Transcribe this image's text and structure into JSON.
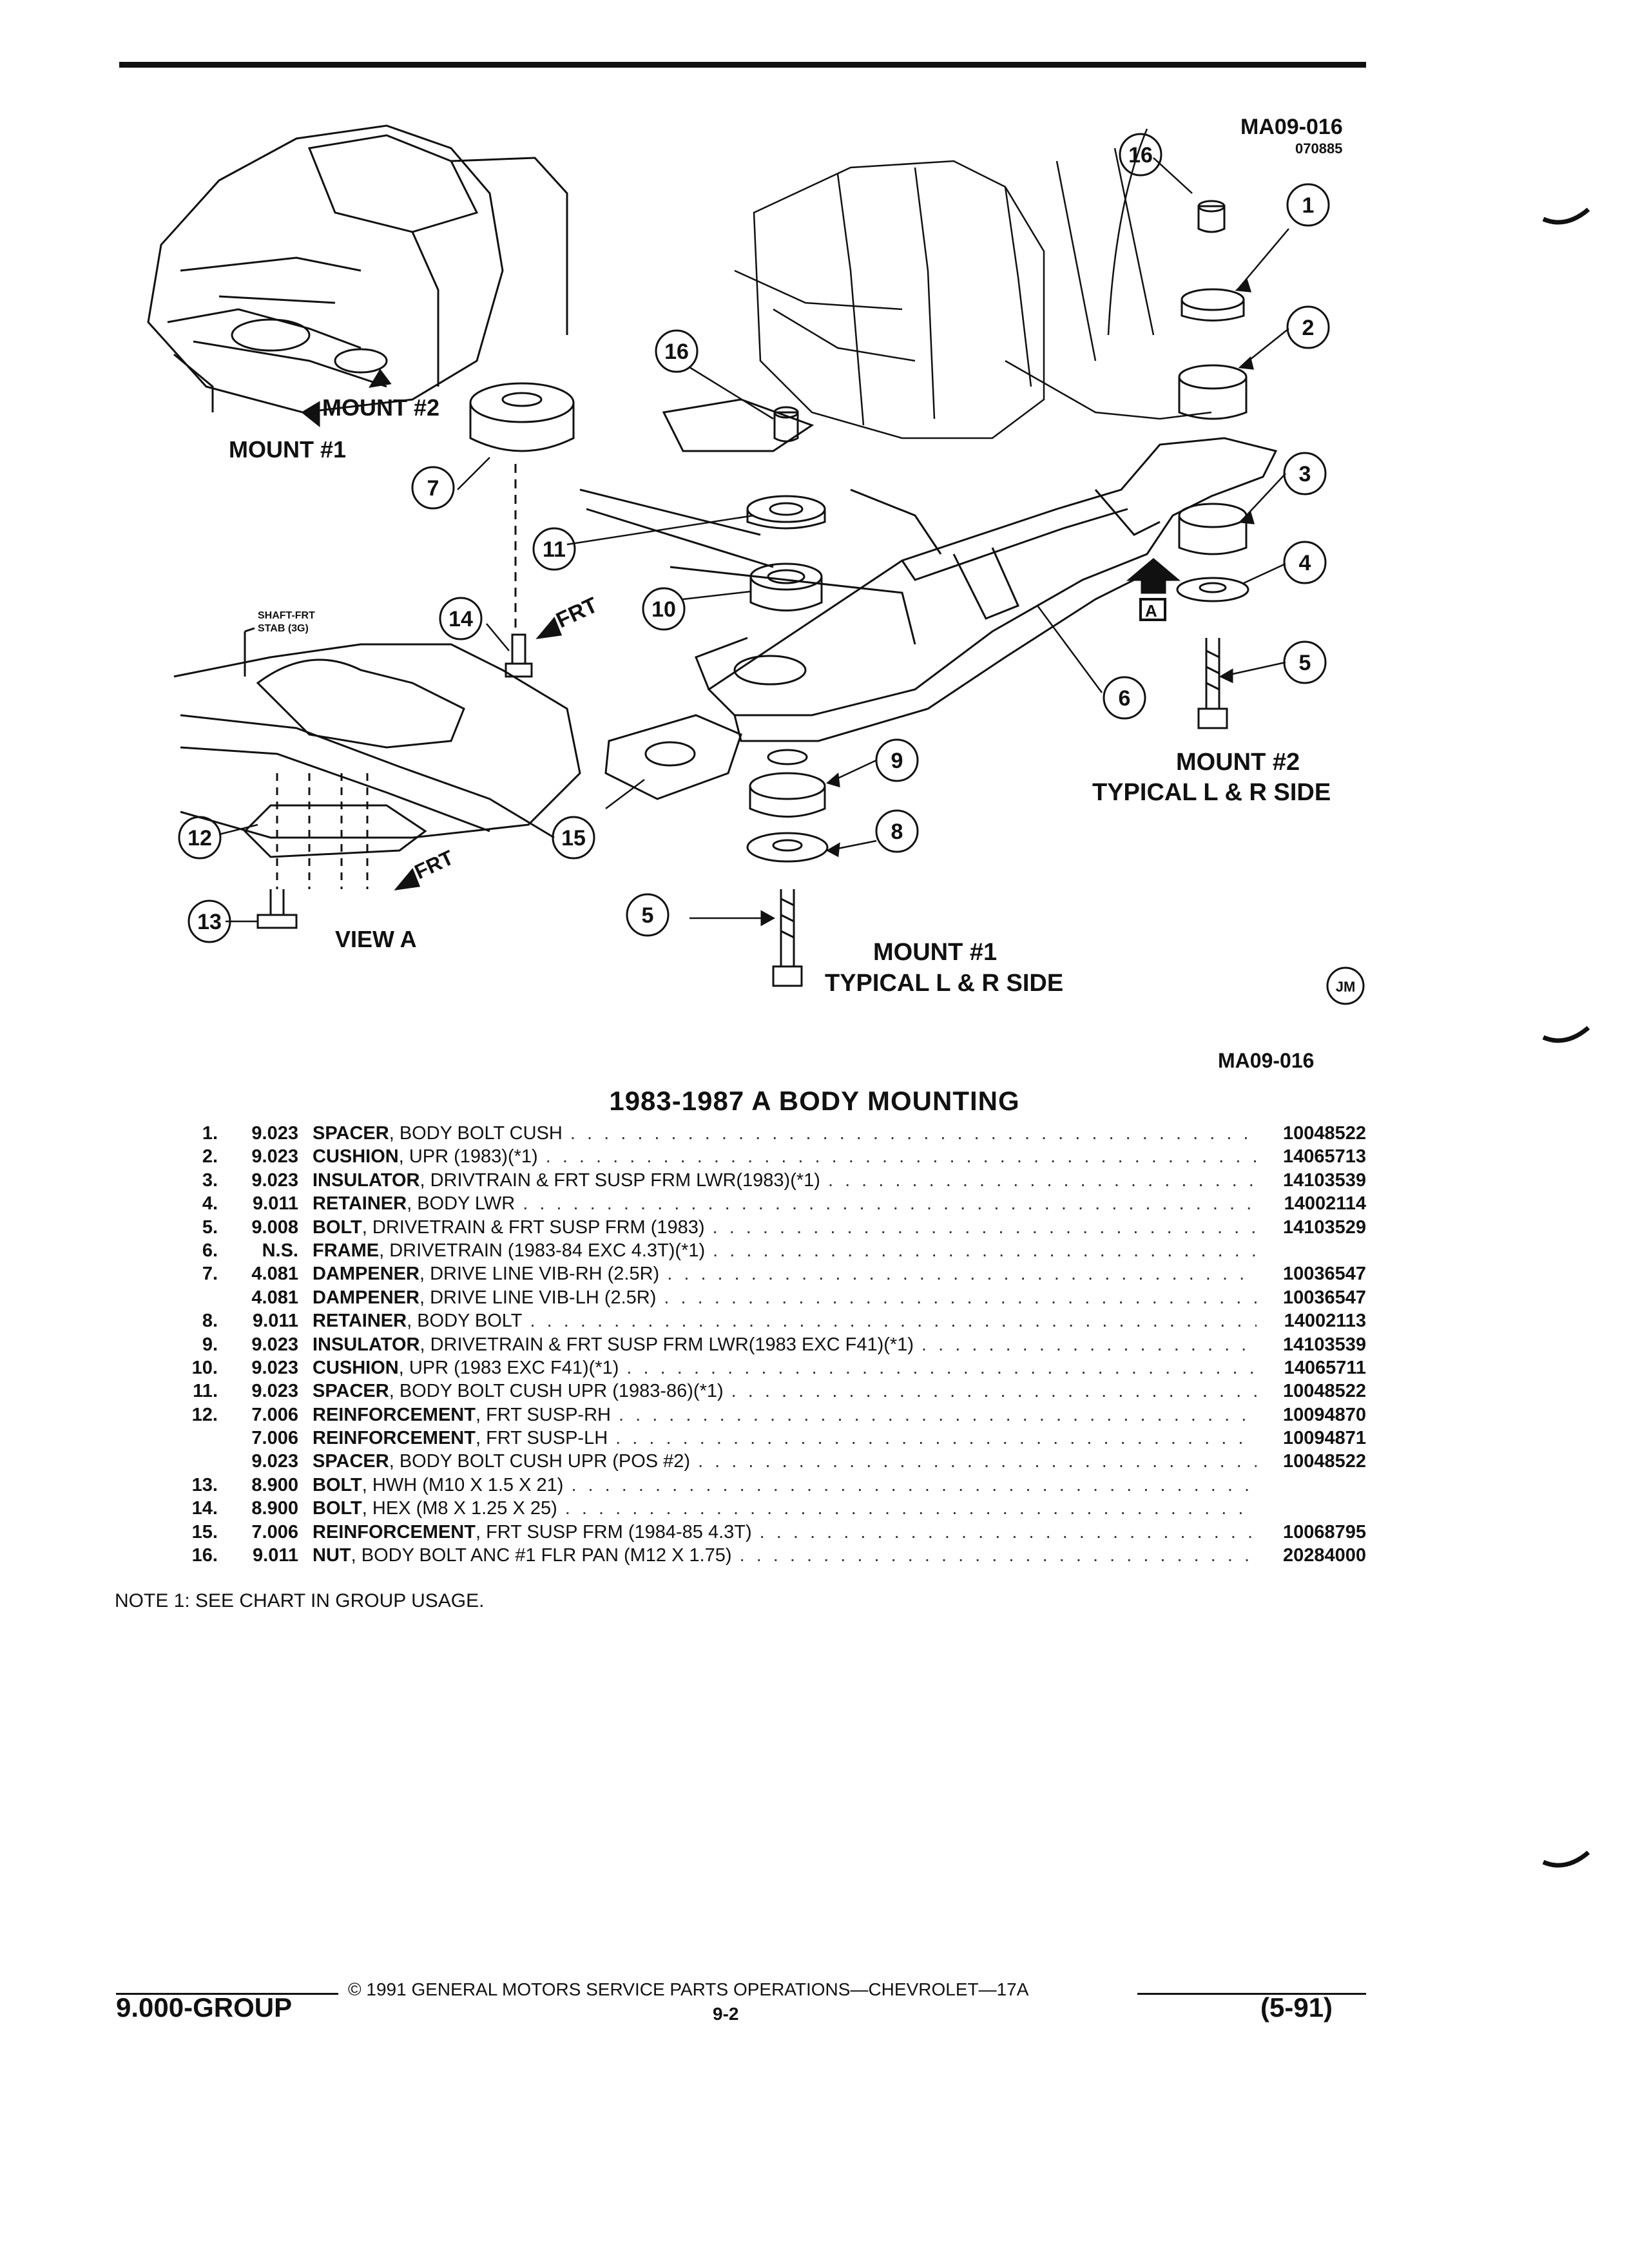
{
  "figure": {
    "code_top": "MA09-016",
    "date_code": "070885",
    "code_bottom": "MA09-016",
    "labels": {
      "mount2_left": "MOUNT #2",
      "mount1_left": "MOUNT #1",
      "shaft_note_1": "SHAFT-FRT",
      "shaft_note_2": "STAB (3G)",
      "frt": "FRT",
      "view_a": "VIEW A",
      "mount2_title": "MOUNT #2",
      "mount2_sub": "TYPICAL  L & R SIDE",
      "mount1_title": "MOUNT #1",
      "mount1_sub": "TYPICAL  L & R SIDE",
      "view_marker": "A",
      "logo": "JM"
    },
    "callouts": [
      "1",
      "2",
      "3",
      "4",
      "5",
      "6",
      "7",
      "8",
      "9",
      "10",
      "11",
      "12",
      "13",
      "14",
      "15",
      "16"
    ]
  },
  "title": "1983-1987 A BODY MOUNTING",
  "parts": [
    {
      "item": "1.",
      "group": "9.023",
      "name": "SPACER",
      "detail": ", BODY BOLT CUSH",
      "part_no": "10048522"
    },
    {
      "item": "2.",
      "group": "9.023",
      "name": "CUSHION",
      "detail": ", UPR (1983)(*1)",
      "part_no": "14065713"
    },
    {
      "item": "3.",
      "group": "9.023",
      "name": "INSULATOR",
      "detail": ", DRIVTRAIN & FRT SUSP FRM LWR(1983)(*1)",
      "part_no": "14103539"
    },
    {
      "item": "4.",
      "group": "9.011",
      "name": "RETAINER",
      "detail": ", BODY LWR",
      "part_no": "14002114"
    },
    {
      "item": "5.",
      "group": "9.008",
      "name": "BOLT",
      "detail": ", DRIVETRAIN & FRT SUSP FRM (1983)",
      "part_no": "14103529"
    },
    {
      "item": "6.",
      "group": "N.S.",
      "name": "FRAME",
      "detail": ", DRIVETRAIN (1983-84 EXC 4.3T)(*1)",
      "part_no": ""
    },
    {
      "item": "7.",
      "group": "4.081",
      "name": "DAMPENER",
      "detail": ", DRIVE LINE VIB-RH (2.5R)",
      "part_no": "10036547"
    },
    {
      "item": "",
      "group": "4.081",
      "name": "DAMPENER",
      "detail": ", DRIVE LINE VIB-LH (2.5R)",
      "part_no": "10036547"
    },
    {
      "item": "8.",
      "group": "9.011",
      "name": "RETAINER",
      "detail": ", BODY BOLT",
      "part_no": "14002113"
    },
    {
      "item": "9.",
      "group": "9.023",
      "name": "INSULATOR",
      "detail": ", DRIVETRAIN & FRT SUSP FRM LWR(1983 EXC F41)(*1)",
      "part_no": "14103539"
    },
    {
      "item": "10.",
      "group": "9.023",
      "name": "CUSHION",
      "detail": ", UPR (1983 EXC F41)(*1)",
      "part_no": "14065711"
    },
    {
      "item": "11.",
      "group": "9.023",
      "name": "SPACER",
      "detail": ", BODY BOLT CUSH UPR (1983-86)(*1)",
      "part_no": "10048522"
    },
    {
      "item": "12.",
      "group": "7.006",
      "name": "REINFORCEMENT",
      "detail": ", FRT SUSP-RH",
      "part_no": "10094870"
    },
    {
      "item": "",
      "group": "7.006",
      "name": "REINFORCEMENT",
      "detail": ", FRT SUSP-LH",
      "part_no": "10094871"
    },
    {
      "item": "",
      "group": "9.023",
      "name": "SPACER",
      "detail": ", BODY BOLT CUSH UPR (POS #2)",
      "part_no": "10048522"
    },
    {
      "item": "13.",
      "group": "8.900",
      "name": "BOLT",
      "detail": ", HWH (M10 X 1.5 X 21)",
      "part_no": ""
    },
    {
      "item": "14.",
      "group": "8.900",
      "name": "BOLT",
      "detail": ", HEX (M8 X 1.25 X 25)",
      "part_no": ""
    },
    {
      "item": "15.",
      "group": "7.006",
      "name": "REINFORCEMENT",
      "detail": ", FRT SUSP FRM (1984-85 4.3T)",
      "part_no": "10068795"
    },
    {
      "item": "16.",
      "group": "9.011",
      "name": "NUT",
      "detail": ", BODY BOLT ANC #1 FLR PAN (M12 X 1.75)",
      "part_no": "20284000"
    }
  ],
  "note": "NOTE  1:  SEE CHART IN GROUP USAGE.",
  "footer": {
    "copyright": "© 1991  GENERAL MOTORS SERVICE PARTS OPERATIONS—CHEVROLET—17A",
    "group": "9.000-GROUP",
    "page": "9-2",
    "date": "(5-91)"
  }
}
